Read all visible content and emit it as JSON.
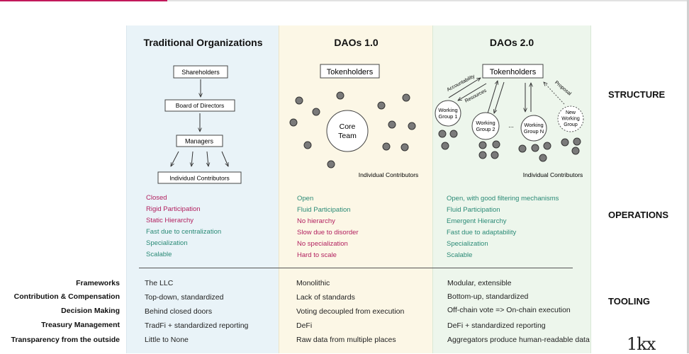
{
  "columns": [
    {
      "title": "Traditional Organizations"
    },
    {
      "title": "DAOs 1.0"
    },
    {
      "title": "DAOs 2.0"
    }
  ],
  "sections": {
    "structure": "STRUCTURE",
    "operations": "OPERATIONS",
    "tooling": "TOOLING"
  },
  "traditional": {
    "hierarchy": [
      "Shareholders",
      "Board of Directors",
      "Managers",
      "Individual Contributors"
    ],
    "operations": [
      {
        "text": "Closed",
        "tone": "negative"
      },
      {
        "text": "Rigid Participation",
        "tone": "negative"
      },
      {
        "text": "Static Hierarchy",
        "tone": "negative"
      },
      {
        "text": "Fast due to centralization",
        "tone": "positive"
      },
      {
        "text": "Specialization",
        "tone": "positive"
      },
      {
        "text": "Scalable",
        "tone": "positive"
      }
    ]
  },
  "dao1": {
    "top": "Tokenholders",
    "core": [
      "Core",
      "Team"
    ],
    "contributors": "Individual Contributors",
    "operations": [
      {
        "text": "Open",
        "tone": "positive"
      },
      {
        "text": "Fluid Participation",
        "tone": "positive"
      },
      {
        "text": "No hierarchy",
        "tone": "negative"
      },
      {
        "text": "Slow due to disorder",
        "tone": "negative"
      },
      {
        "text": "No specialization",
        "tone": "negative"
      },
      {
        "text": "Hard to scale",
        "tone": "negative"
      }
    ]
  },
  "dao2": {
    "top": "Tokenholders",
    "accountability": "Accountability",
    "resources": "Resources",
    "proposal": "Proposal",
    "wg1": [
      "Working",
      "Group 1"
    ],
    "wg2": [
      "Working",
      "Group 2"
    ],
    "wgn": [
      "Working",
      "Group N"
    ],
    "new_wg": [
      "New",
      "Working",
      "Group"
    ],
    "ellipsis": "...",
    "contributors": "Individual Contributors",
    "operations": [
      {
        "text": "Open, with good filtering mechanisms",
        "tone": "positive"
      },
      {
        "text": "Fluid Participation",
        "tone": "positive"
      },
      {
        "text": "Emergent Hierarchy",
        "tone": "positive"
      },
      {
        "text": "Fast due to adaptability",
        "tone": "positive"
      },
      {
        "text": "Specialization",
        "tone": "positive"
      },
      {
        "text": "Scalable",
        "tone": "positive"
      }
    ]
  },
  "tooling": {
    "rows": [
      {
        "label": "Frameworks",
        "traditional": "The LLC",
        "dao1": "Monolithic",
        "dao2": "Modular, extensible"
      },
      {
        "label": "Contribution & Compensation",
        "traditional": "Top-down, standardized",
        "dao1": "Lack of standards",
        "dao2": "Bottom-up, standardized"
      },
      {
        "label": "Decision Making",
        "traditional": "Behind closed doors",
        "dao1": "Voting decoupled from execution",
        "dao2": "Off-chain vote => On-chain execution"
      },
      {
        "label": "Treasury Management",
        "traditional": "TradFi + standardized reporting",
        "dao1": "DeFi",
        "dao2": "DeFi + standardized reporting"
      },
      {
        "label": "Transparency from the outside",
        "traditional": "Little to None",
        "dao1": "Raw data from multiple places",
        "dao2": "Aggregators produce human-readable data"
      }
    ]
  },
  "logo": "1kx",
  "colors": {
    "traditional_bg": "#e9f3f8",
    "dao1_bg": "#fcf7e6",
    "dao2_bg": "#edf6ec",
    "positive": "#2a8a76",
    "negative": "#b2205f"
  }
}
